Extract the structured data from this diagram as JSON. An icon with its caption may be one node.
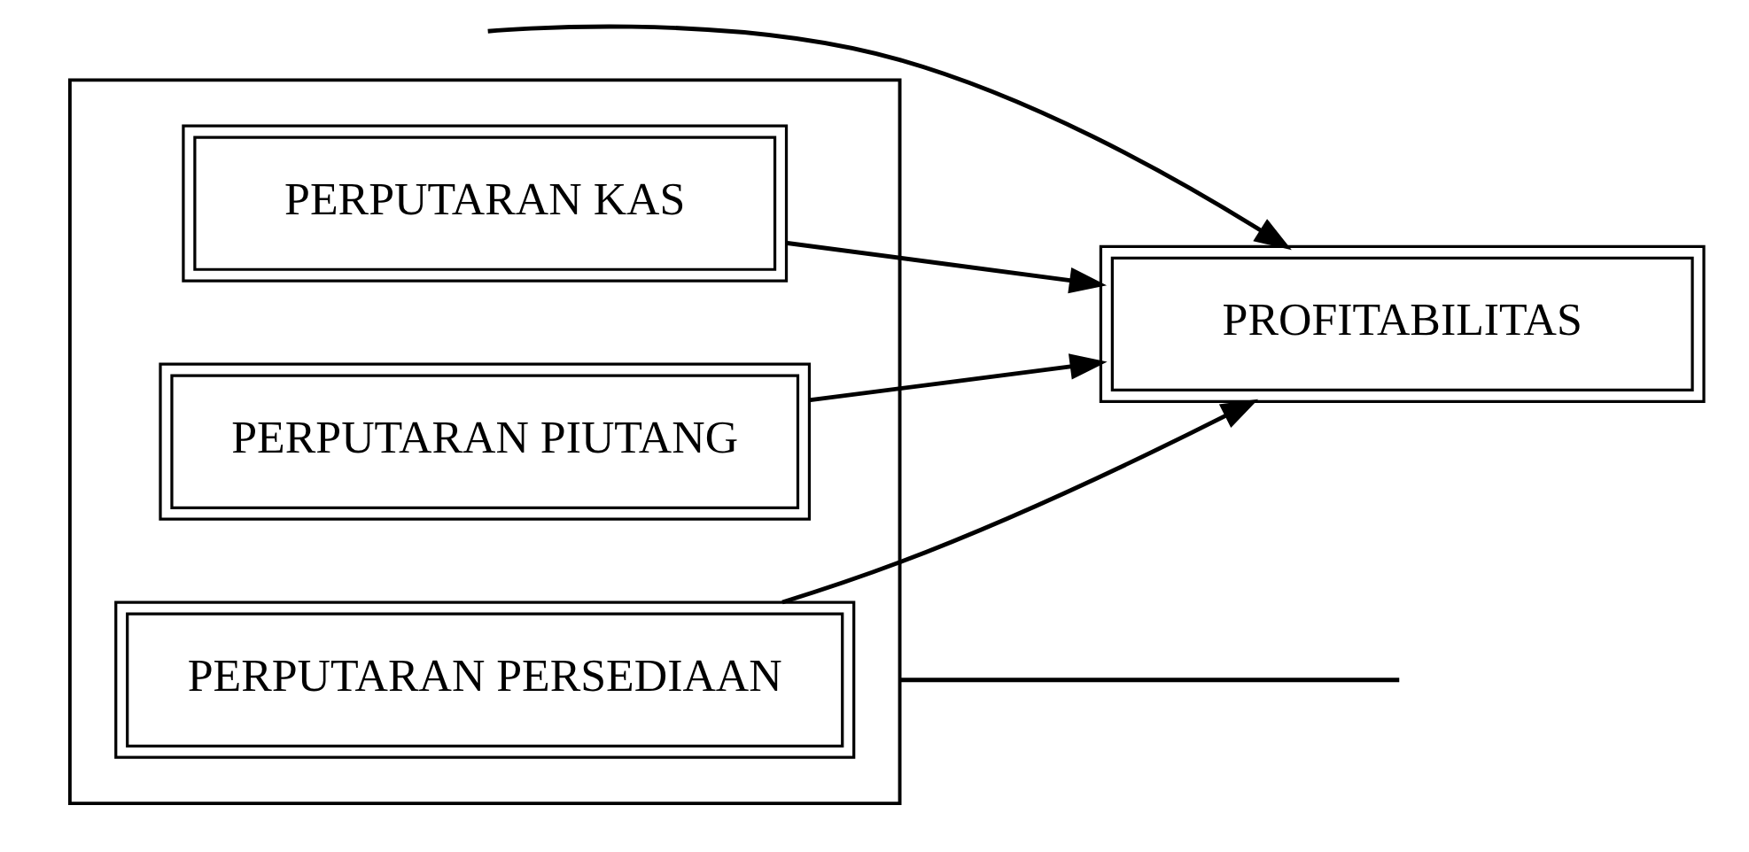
{
  "diagram": {
    "nodes": [
      {
        "text": [],
        "shape": "box"
      },
      {
        "text": [
          "PERPUTARAN KAS"
        ],
        "in": 0
      },
      {
        "text": [
          "PERPUTARAN PIUTANG"
        ],
        "in": 0
      },
      {
        "text": [
          "PERPUTARAN PERSEDIAAN"
        ],
        "in": 0
      },
      {
        "text": [
          "PROFITABILITAS"
        ]
      }
    ],
    "edges": [
      {
        "from": 1,
        "to": 4,
        "arrow": "to"
      },
      {
        "from": 2,
        "to": 4,
        "arrow": "to"
      },
      {
        "from": 3,
        "to": 4,
        "arrow": "to"
      },
      {
        "from": 0,
        "to": null,
        "arrow": "none"
      },
      {
        "from": null,
        "to": 4,
        "arrow": "to"
      }
    ]
  }
}
